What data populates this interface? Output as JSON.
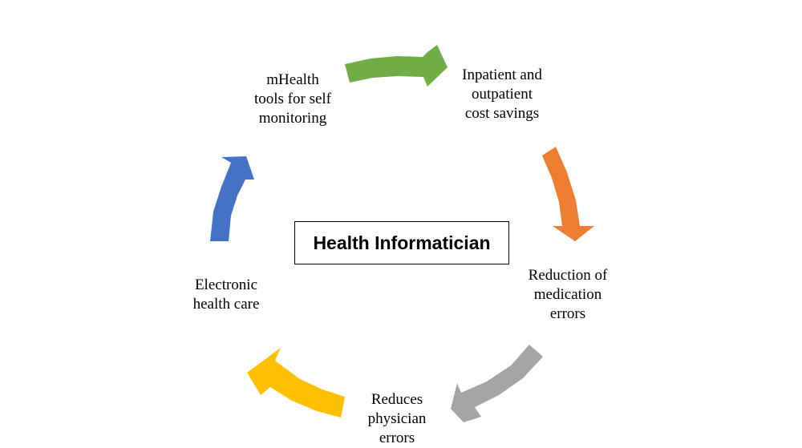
{
  "center": {
    "title": "Health Informatician"
  },
  "nodes": {
    "mhealth": {
      "lines": [
        "mHealth",
        "tools for self",
        "monitoring"
      ]
    },
    "savings": {
      "lines": [
        "Inpatient and",
        "outpatient",
        "cost savings"
      ]
    },
    "reduction": {
      "lines": [
        "Reduction of",
        "medication",
        "errors"
      ]
    },
    "reduces": {
      "lines": [
        "Reduces",
        "physician",
        "errors"
      ]
    },
    "ehc": {
      "lines": [
        "Electronic",
        "health care"
      ]
    }
  },
  "arrows": [
    {
      "name": "arrow-green",
      "color": "#70AD47"
    },
    {
      "name": "arrow-orange",
      "color": "#ED7D31"
    },
    {
      "name": "arrow-gray",
      "color": "#A5A5A5"
    },
    {
      "name": "arrow-yellow",
      "color": "#FFC000"
    },
    {
      "name": "arrow-blue",
      "color": "#4472C4"
    }
  ]
}
